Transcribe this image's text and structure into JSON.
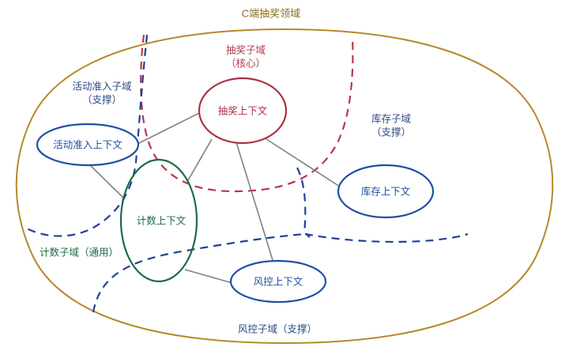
{
  "diagram": {
    "title": "C端抽奖领域",
    "title_color": "#8a6d1b",
    "background": "#ffffff",
    "outer_boundary": {
      "name": "C端抽奖领域",
      "style": "solid",
      "color": "#b5892a"
    },
    "subdomains": [
      {
        "id": "lottery-core",
        "label_line1": "抽奖子域",
        "label_line2": "（核心）",
        "color": "#b33a4b",
        "boundary_style": "dashed",
        "kind": "核心"
      },
      {
        "id": "activity-access",
        "label_line1": "活动准入子域",
        "label_line2": "（支撑）",
        "color": "#2c4a86",
        "boundary_style": "dashed",
        "kind": "支撑"
      },
      {
        "id": "inventory",
        "label_line1": "库存子域",
        "label_line2": "（支撑）",
        "color": "#2c4a86",
        "boundary_style": "dashed",
        "kind": "支撑"
      },
      {
        "id": "counter",
        "label_line1": "计数子域（通用）",
        "label_line2": "",
        "color": "#1d6b45",
        "boundary_style": "dashed",
        "kind": "通用"
      },
      {
        "id": "risk-control",
        "label_line1": "风控子域（支撑）",
        "label_line2": "",
        "color": "#2c4a86",
        "boundary_style": "dashed",
        "kind": "支撑"
      }
    ],
    "contexts": [
      {
        "id": "lottery-context",
        "label": "抽奖上下文",
        "color": "#a83244",
        "shape": "ellipse"
      },
      {
        "id": "activity-access-context",
        "label": "活动准入上下文",
        "color": "#1f4fa3",
        "shape": "ellipse"
      },
      {
        "id": "inventory-context",
        "label": "库存上下文",
        "color": "#1f4fa3",
        "shape": "ellipse"
      },
      {
        "id": "counter-context",
        "label": "计数上下文",
        "color": "#1d6b45",
        "shape": "ellipse"
      },
      {
        "id": "risk-control-context",
        "label": "风控上下文",
        "color": "#1f4fa3",
        "shape": "ellipse"
      }
    ],
    "connections": [
      {
        "from": "lottery-context",
        "to": "activity-access-context"
      },
      {
        "from": "lottery-context",
        "to": "counter-context"
      },
      {
        "from": "lottery-context",
        "to": "inventory-context"
      },
      {
        "from": "lottery-context",
        "to": "risk-control-context"
      },
      {
        "from": "activity-access-context",
        "to": "counter-context"
      },
      {
        "from": "counter-context",
        "to": "risk-control-context"
      }
    ],
    "connector_color": "#808080"
  }
}
